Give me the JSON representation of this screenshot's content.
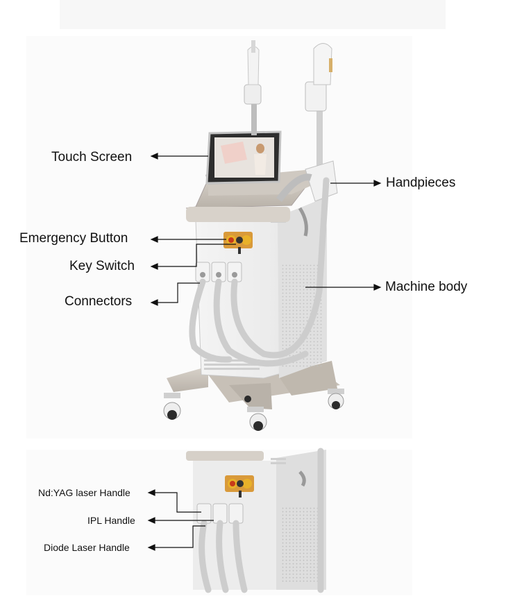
{
  "labels": {
    "touch_screen": "Touch Screen",
    "handpieces": "Handpieces",
    "emergency_button": "Emergency Button",
    "key_switch": "Key Switch",
    "machine_body": "Machine body",
    "connectors": "Connectors",
    "ndyag_handle": "Nd:YAG laser Handle",
    "ipl_handle": "IPL Handle",
    "diode_handle": "Diode Laser Handle"
  },
  "colors": {
    "body": "#ebebeb",
    "frame": "#c9c3bb",
    "accent_button": "#e07a2a",
    "screen": "#3a3a3a"
  }
}
